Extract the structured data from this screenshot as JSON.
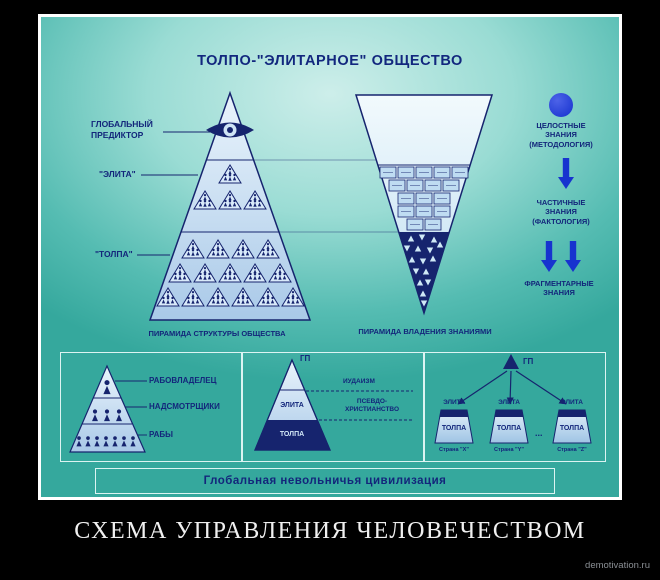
{
  "caption": "СХЕМА УПРАВЛЕНИЯ ЧЕЛОВЕЧЕСТВОМ",
  "watermark": "demotivation.ru",
  "poster": {
    "title": "ТОЛПО-\"ЭЛИТАРНОЕ\" ОБЩЕСТВО",
    "colors": {
      "navy": "#16246e",
      "blue": "#1733cf",
      "teal_bg": "#4db7ac"
    },
    "icons": {
      "eye": "all-seeing-eye",
      "sphere": "knowledge-sphere",
      "arrows": "down-arrow"
    },
    "society_pyramid": {
      "levels": [
        "ГЛОБАЛЬНЫЙ ПРЕДИКТОР",
        "\"ЭЛИТА\"",
        "\"ТОЛПА\""
      ],
      "caption": "ПИРАМИДА СТРУКТУРЫ ОБЩЕСТВА"
    },
    "knowledge_pyramid": {
      "levels": [
        "ЦЕЛОСТНЫЕ ЗНАНИЯ (МЕТОДОЛОГИЯ)",
        "ЧАСТИЧНЫЕ ЗНАНИЯ (ФАКТОЛОГИЯ)",
        "ФРАГМЕНТАРНЫЕ ЗНАНИЯ"
      ],
      "caption": "ПИРАМИДА ВЛАДЕНИЯ ЗНАНИЯМИ"
    },
    "slavery_panel": {
      "labels": [
        "РАБОВЛАДЕЛЕЦ",
        "НАДСМОТРЩИКИ",
        "РАБЫ"
      ]
    },
    "religion_panel": {
      "gp": "ГП",
      "elite": "ЭЛИТА",
      "crowd": "ТОЛПА",
      "religions": [
        "ИУДАИЗМ",
        "ПСЕВДО-ХРИСТИАНСТВО"
      ]
    },
    "countries_panel": {
      "gp": "ГП",
      "elite": "ЭЛИТА",
      "crowd": "ТОЛПА",
      "ellipsis": "...",
      "countries": [
        "Страна \"X\"",
        "Страна \"Y\"",
        "Страна \"Z\""
      ]
    },
    "footer": "Глобальная невольничья цивилизация"
  }
}
